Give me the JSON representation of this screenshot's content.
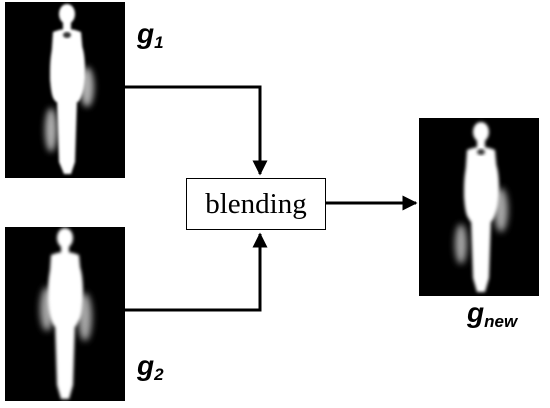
{
  "diagram": {
    "inputs": [
      {
        "symbol": "g",
        "subscript": "1"
      },
      {
        "symbol": "g",
        "subscript": "2"
      }
    ],
    "operation": {
      "label": "blending"
    },
    "output": {
      "symbol": "g",
      "subscript": "new"
    }
  },
  "colors": {
    "panel_background": "#000000",
    "silhouette": "#ffffff",
    "arrow": "#000000",
    "text": "#000000"
  }
}
